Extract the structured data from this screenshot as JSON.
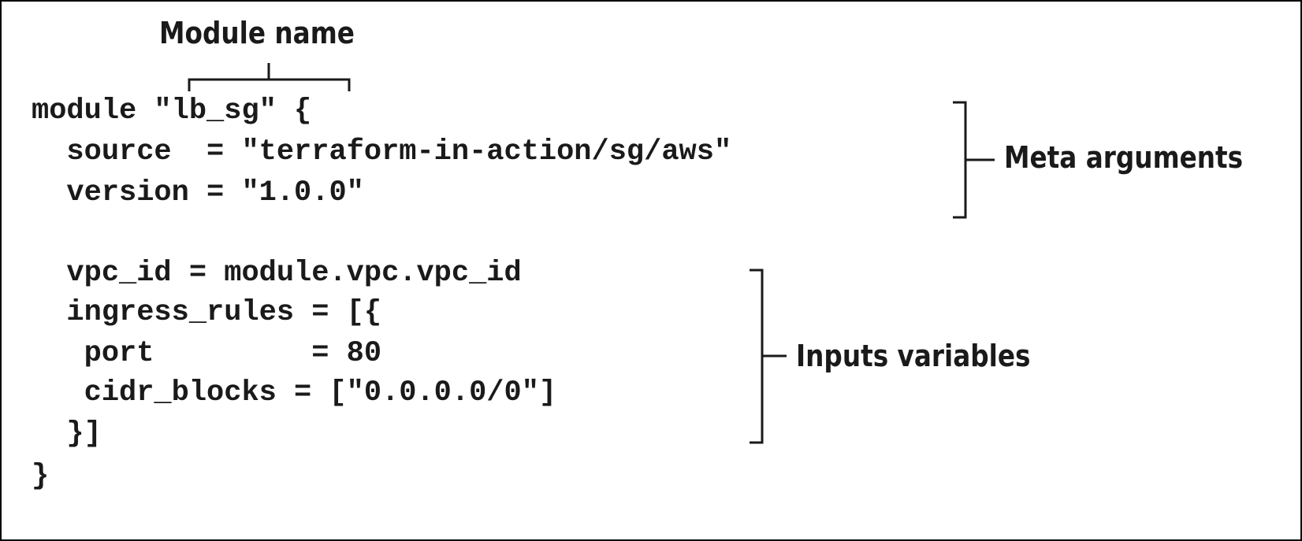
{
  "labels": {
    "module_name": "Module name",
    "meta_arguments": "Meta arguments",
    "input_variables": "Inputs variables"
  },
  "code": [
    "module \"lb_sg\" {",
    "  source  = \"terraform-in-action/sg/aws\"",
    "  version = \"1.0.0\"",
    "",
    "  vpc_id = module.vpc.vpc_id",
    "  ingress_rules = [{",
    "   port         = 80",
    "   cidr_blocks = [\"0.0.0.0/0\"]",
    "  }]",
    "}"
  ],
  "colors": {
    "ink": "#1a1a1a",
    "background": "#ffffff",
    "border": "#000000"
  }
}
